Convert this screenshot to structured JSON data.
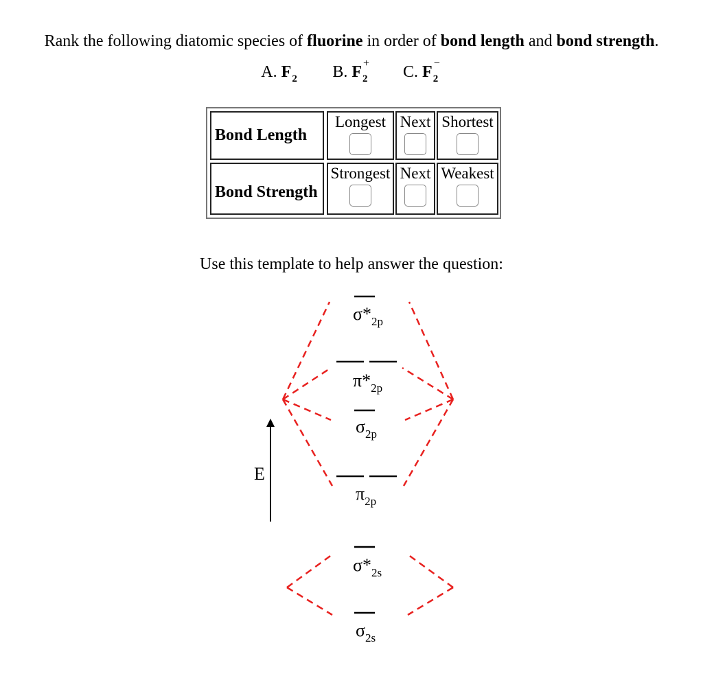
{
  "question": {
    "prefix": "Rank the following diatomic species of ",
    "bold1": "fluorine",
    "mid1": " in order of ",
    "bold2": "bond length",
    "mid2": " and ",
    "bold3": "bond strength",
    "suffix": "."
  },
  "options": [
    {
      "letter": "A. ",
      "symbol": "F",
      "sub": "2",
      "charge": ""
    },
    {
      "letter": "B. ",
      "symbol": "F",
      "sub": "2",
      "charge": "+"
    },
    {
      "letter": "C. ",
      "symbol": "F",
      "sub": "2",
      "charge": "−"
    }
  ],
  "table": {
    "length_row": {
      "label": "Bond Length",
      "cols": [
        "Longest",
        "Next",
        "Shortest"
      ]
    },
    "strength_row": {
      "label": "Bond Strength",
      "cols": [
        "Strongest",
        "Next",
        "Weakest"
      ]
    }
  },
  "template_prompt": "Use this template to help answer the question:",
  "diagram": {
    "energy_axis_label": "E",
    "levels": [
      {
        "symbol": "σ*",
        "sub": "2p"
      },
      {
        "symbol": "π*",
        "sub": "2p"
      },
      {
        "symbol": "σ",
        "sub": "2p"
      },
      {
        "symbol": "π",
        "sub": "2p"
      },
      {
        "symbol": "σ*",
        "sub": "2s"
      },
      {
        "symbol": "σ",
        "sub": "2s"
      }
    ],
    "correlation_line_color": "#e8211f"
  }
}
